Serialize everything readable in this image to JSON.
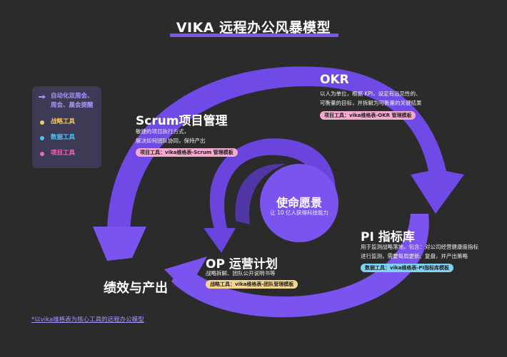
{
  "title": "VIKA 远程办公风暴模型",
  "colors": {
    "background": "#2b2b2b",
    "accent_purple": "#7b54f0",
    "light_purple": "#a896ff",
    "yellow": "#f4c96b",
    "cyan": "#4fc3f7",
    "pink": "#f06ab4"
  },
  "legend": {
    "items": [
      {
        "icon": "arrow-icon",
        "label": "自动化双周会、周会、晨会提醒",
        "line1": "自动化双周会、",
        "line2": "周会、晨会提醒"
      },
      {
        "icon": "yellow-dot",
        "label": "战略工具"
      },
      {
        "icon": "cyan-dot",
        "label": "数据工具"
      },
      {
        "icon": "pink-dot",
        "label": "项目工具"
      }
    ]
  },
  "okr": {
    "heading": "OKR",
    "desc1": "以人为单位，根据 KPI，设定有远见性的、",
    "desc2": "可衡量的目标，并拆解为可衡量的关键结果",
    "tag": "项目工具：vika维格表-OKR 管理模板"
  },
  "scrum": {
    "heading": "Scrum项目管理",
    "desc1": "敏捷的项目执行方式，",
    "desc2": "解决如何团队协同，保持产出",
    "tag": "项目工具：vika维格表-Scrum 管理模板"
  },
  "center": {
    "title": "使命愿景",
    "subtitle": "让 10 亿人获得科技能力"
  },
  "pi": {
    "heading": "PI 指标库",
    "desc1": "用于监测战略落地，包含：对公司经营健康度指标",
    "desc2": "进行监测，需要每周更新、复盘，并产出策略",
    "tag": "数据工具：vika维格表-PI指标库模板"
  },
  "op": {
    "heading": "OP 运营计划",
    "desc1": "战略拆解、团队公开说明书等",
    "tag": "战略工具：vika维格表-团队管理模板"
  },
  "output": {
    "heading": "绩效与产出"
  },
  "footnote": "*以vika维格表为核心工具的远程办公模型"
}
